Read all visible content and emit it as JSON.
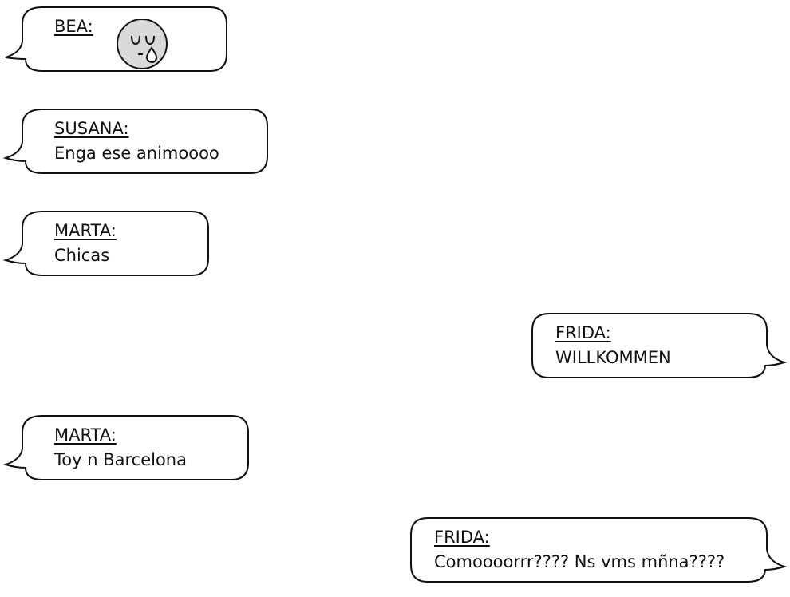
{
  "messages": [
    {
      "sender": "BEA:",
      "text": "",
      "emoji": "crying-face-icon",
      "side": "left"
    },
    {
      "sender": "SUSANA:",
      "text": "Enga ese animoooo",
      "side": "left"
    },
    {
      "sender": "MARTA:",
      "text": "Chicas",
      "side": "left"
    },
    {
      "sender": "FRIDA:",
      "text": "WILLKOMMEN",
      "side": "right"
    },
    {
      "sender": "MARTA:",
      "text": "Toy n Barcelona",
      "side": "left"
    },
    {
      "sender": "FRIDA:",
      "text": "Comoooorrr???? Ns vms mñna????",
      "side": "right"
    }
  ],
  "colors": {
    "bubble_fill": "#ffffff",
    "bubble_stroke": "#111111",
    "emoji_fill": "#d9d9d9"
  }
}
